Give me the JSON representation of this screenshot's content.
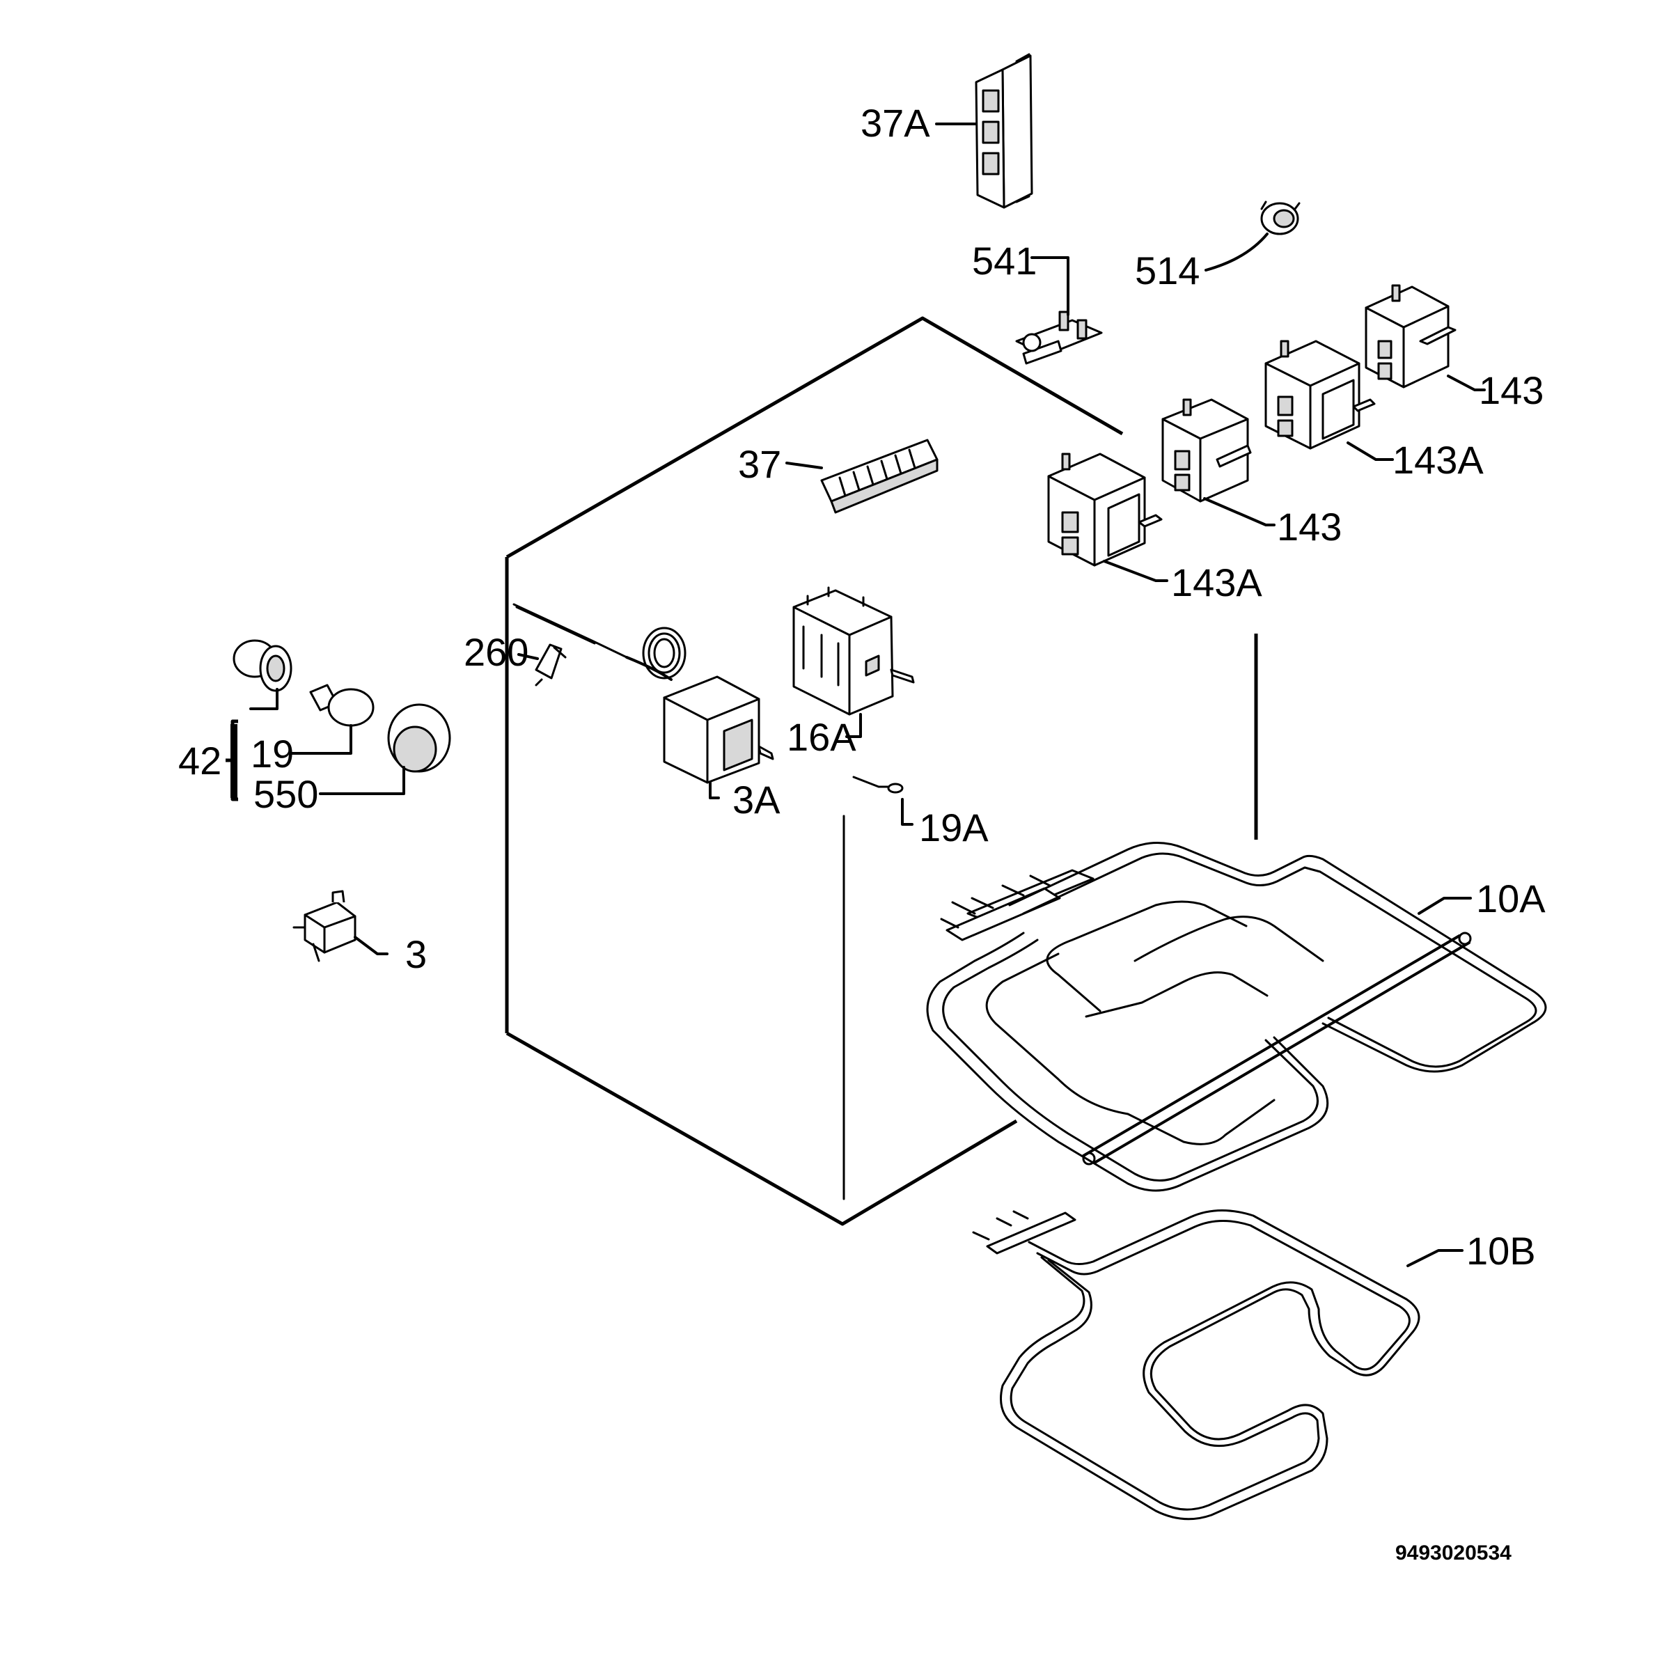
{
  "labels": {
    "l37a": "37A",
    "l541": "541",
    "l514": "514",
    "l143_top": "143",
    "l143a_upper": "143A",
    "l143_mid": "143",
    "l143a_lower": "143A",
    "l37": "37",
    "l260": "260",
    "l16a": "16A",
    "l42": "42",
    "l19": "19",
    "l550": "550",
    "l3a": "3A",
    "l19a": "19A",
    "l3": "3",
    "l10a": "10A",
    "l10b": "10B"
  },
  "drawing_code": "9493020534"
}
